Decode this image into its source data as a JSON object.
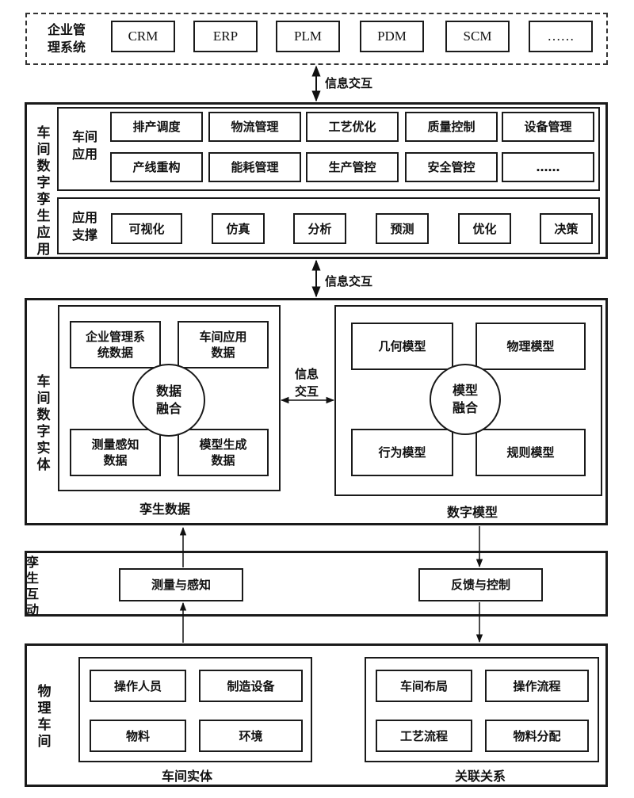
{
  "enterprise": {
    "label": "企业管理系统",
    "systems": [
      "CRM",
      "ERP",
      "PLM",
      "PDM",
      "SCM",
      "……"
    ]
  },
  "interaction_label_1": "信息交互",
  "interaction_label_2": "信息交互",
  "twin_app": {
    "label": "车间数字孪生应用",
    "workshop_apps": {
      "label": "车间应用",
      "row1": [
        "排产调度",
        "物流管理",
        "工艺优化",
        "质量控制",
        "设备管理"
      ],
      "row2": [
        "产线重构",
        "能耗管理",
        "生产管控",
        "安全管控",
        "……"
      ]
    },
    "support": {
      "label": "应用支撑",
      "items": [
        "可视化",
        "仿真",
        "分析",
        "预测",
        "优化",
        "决策"
      ]
    }
  },
  "digital_entity": {
    "label": "车间数字实体",
    "twin_data": {
      "caption": "孪生数据",
      "center": "数据融合",
      "items": [
        "企业管理系统数据",
        "车间应用数据",
        "测量感知数据",
        "模型生成数据"
      ]
    },
    "exchange_label": "信息交互",
    "digital_model": {
      "caption": "数字模型",
      "center": "模型融合",
      "items": [
        "几何模型",
        "物理模型",
        "行为模型",
        "规则模型"
      ]
    }
  },
  "twin_interaction": {
    "label": "孪生互动",
    "sense": "测量与感知",
    "control": "反馈与控制"
  },
  "physical": {
    "label": "物理车间",
    "entities": {
      "caption": "车间实体",
      "items": [
        "操作人员",
        "制造设备",
        "物料",
        "环境"
      ]
    },
    "relations": {
      "caption": "关联关系",
      "items": [
        "车间布局",
        "操作流程",
        "工艺流程",
        "物料分配"
      ]
    }
  }
}
